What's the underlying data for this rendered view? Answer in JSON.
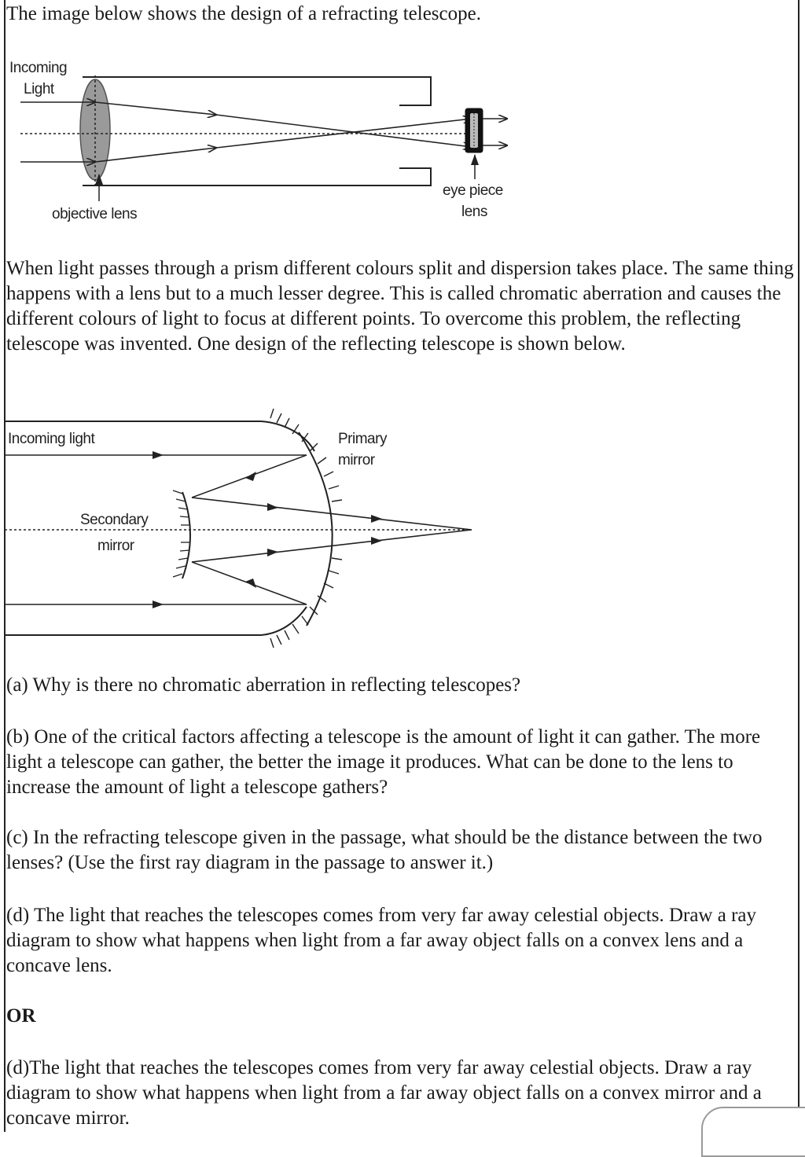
{
  "intro": "The image below shows the design of a refracting telescope.",
  "refracting_diagram": {
    "label_incoming_line1": "Incoming",
    "label_incoming_line2": "Light",
    "label_objective": "objective lens",
    "label_eyepiece_line1": "eye piece",
    "label_eyepiece_line2": "lens"
  },
  "paragraph_dispersion": "When light passes through a prism different colours split and dispersion takes place. The same thing happens with a lens but to a much lesser degree. This is called chromatic aberration and causes the different colours of light to focus at different points. To overcome this problem, the reflecting telescope was invented. One design of the reflecting telescope is shown below.",
  "reflecting_diagram": {
    "label_incoming": "Incoming light",
    "label_primary_line1": "Primary",
    "label_primary_line2": "mirror",
    "label_secondary_line1": "Secondary",
    "label_secondary_line2": "mirror"
  },
  "questions": {
    "a": "(a) Why is there no chromatic aberration in reflecting telescopes?",
    "b": "(b) One of the critical factors affecting a telescope is the amount of light it can gather. The more light a telescope can gather, the better the image it produces. What can be done to the lens to increase the amount of light a telescope gathers?",
    "c": "(c) In the refracting telescope given in the passage, what should be the distance between the two lenses? (Use the first ray diagram in the passage to answer it.)",
    "d": "(d) The light that reaches the telescopes comes from very far away celestial objects. Draw a ray diagram to show what happens when light from a far away object falls on a convex lens and a concave lens.",
    "or": "OR",
    "d_alt": "(d)The light that reaches the telescopes comes from very far away celestial objects. Draw a ray diagram to show what happens when light from a far away object falls on a convex mirror and a concave mirror."
  }
}
